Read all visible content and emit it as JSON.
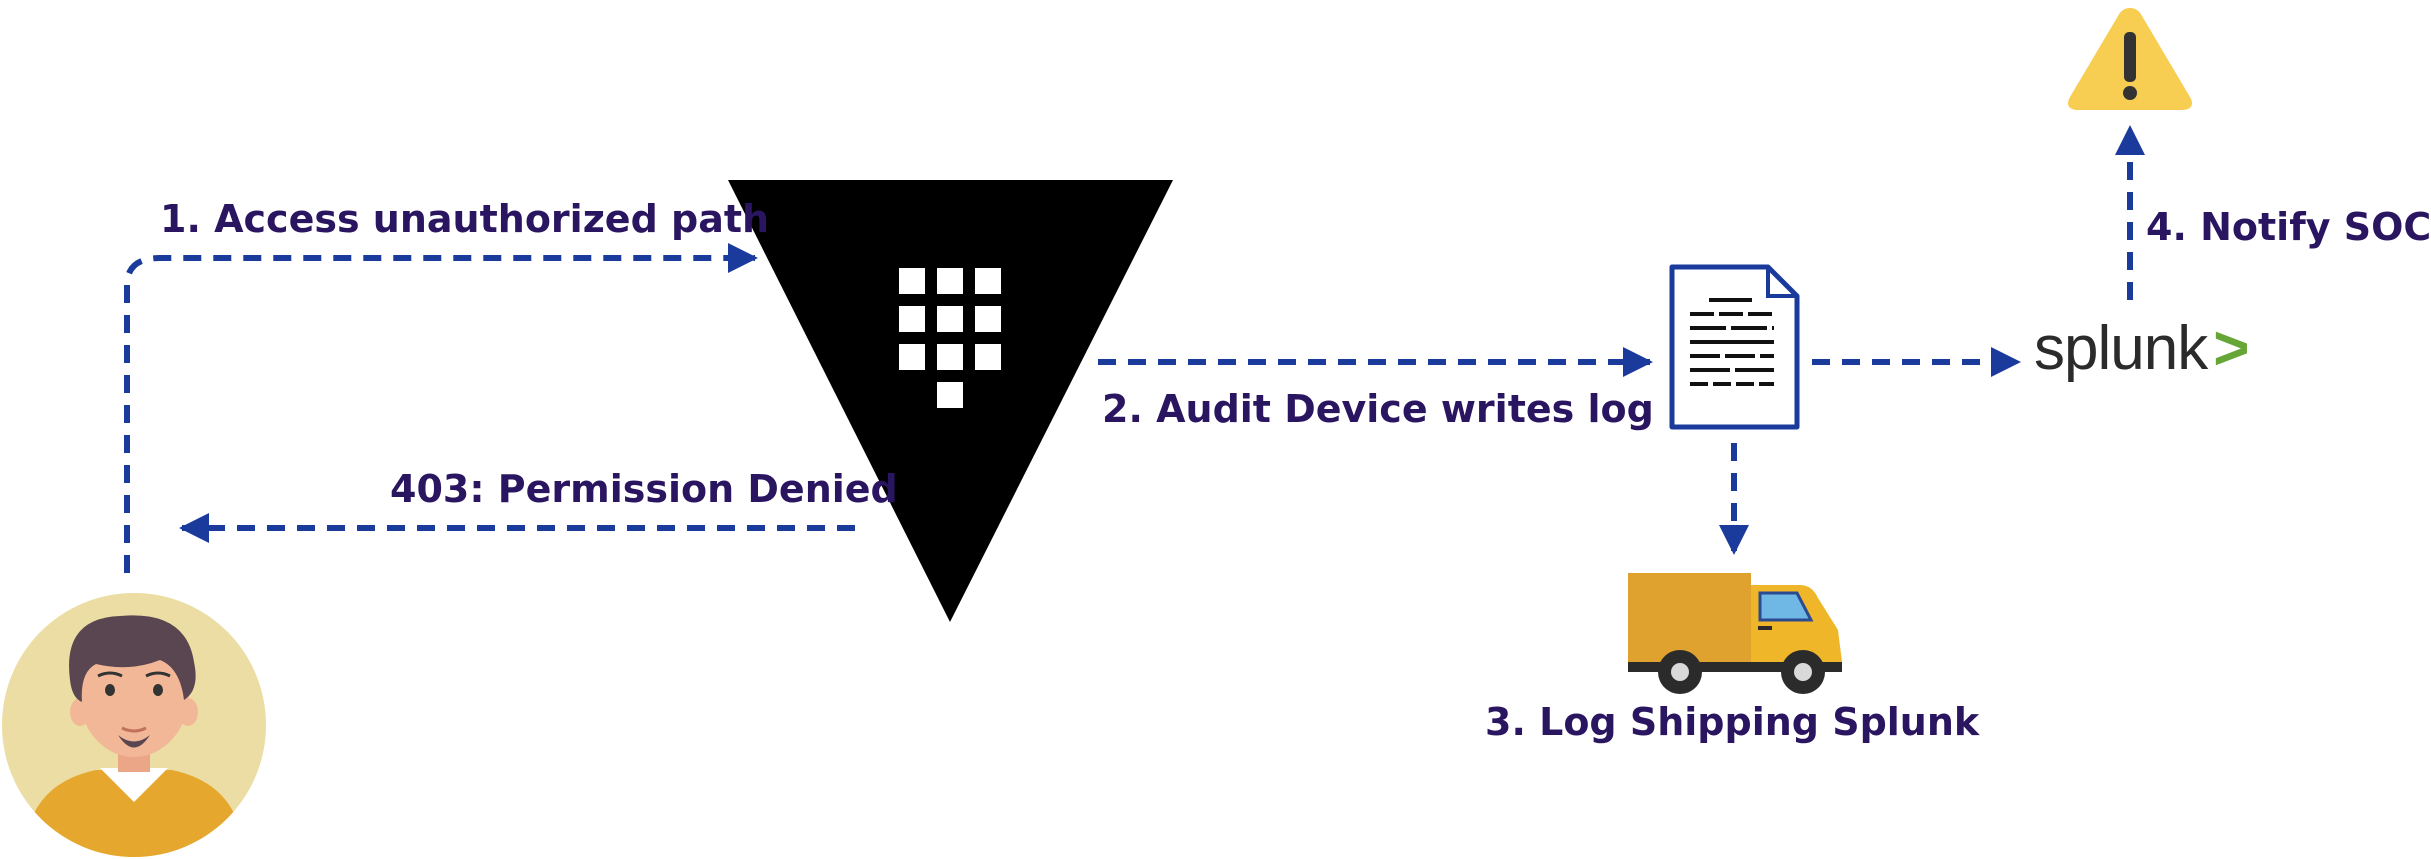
{
  "steps": {
    "step1": "1. Access unauthorized path",
    "denied": "403: Permission Denied",
    "step2": "2. Audit Device writes log",
    "step3": "3. Log Shipping Splunk",
    "step4": "4. Notify SOC"
  },
  "splunk_logo": {
    "text": "splunk",
    "mark": ">"
  },
  "nodes": {
    "user": "user-avatar-icon",
    "vault": "vault-logo-icon",
    "log": "log-document-icon",
    "truck": "delivery-truck-icon",
    "splunk": "splunk-logo",
    "alert": "warning-icon"
  },
  "colors": {
    "arrow": "#1a3b9b",
    "label": "#2a1560",
    "vault": "#000000",
    "warning": "#f7cd52",
    "splunk_accent": "#65a637",
    "truck_body": "#e0a22e",
    "avatar_bg": "#ebdda3",
    "shirt": "#e6a72e"
  }
}
